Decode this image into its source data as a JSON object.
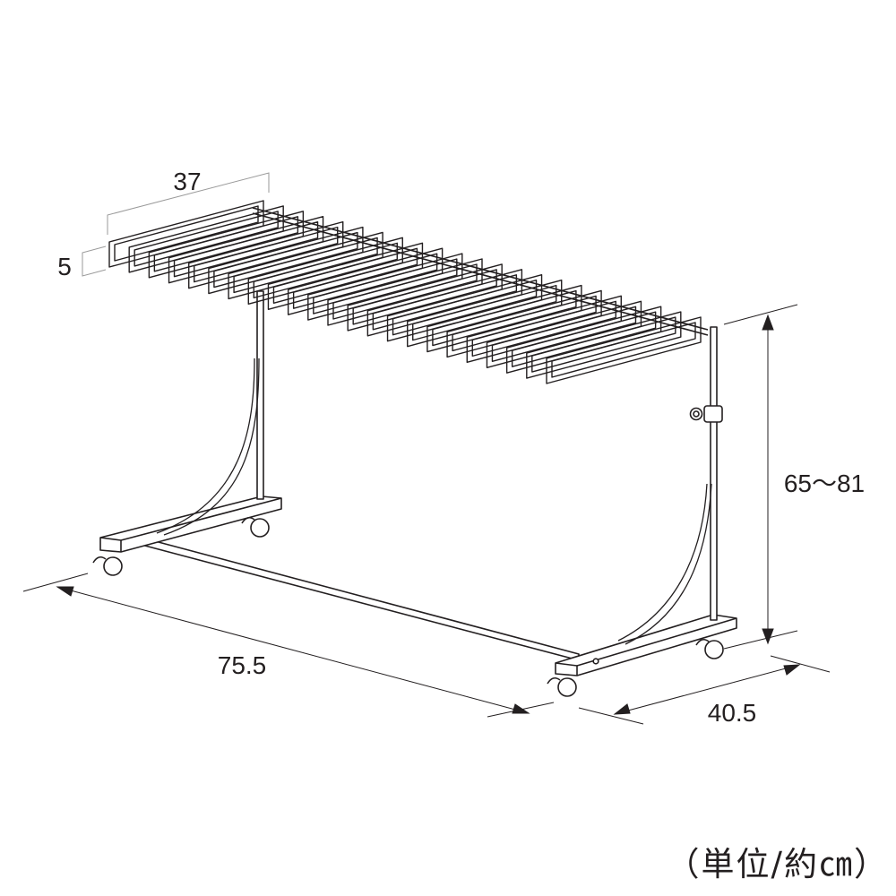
{
  "dimensions": {
    "hanger_width": "37",
    "hanger_depth": "5",
    "height": "65～81",
    "length": "75.5",
    "depth": "40.5"
  },
  "unit_note": "（単位/約㎝）",
  "hanger_count": 23,
  "colors": {
    "line": "#231f20",
    "guide": "#9a9a9a",
    "fill": "#ffffff"
  }
}
